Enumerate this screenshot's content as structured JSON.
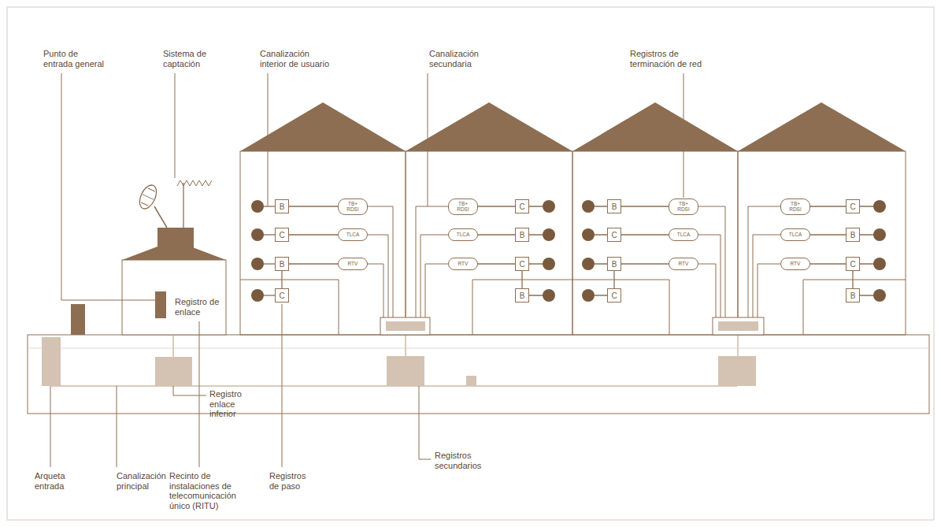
{
  "diagram": {
    "nodes": [
      {
        "text": [
          "B"
        ]
      },
      {
        "text": [
          "TB+ RDSI"
        ]
      },
      {
        "text": [
          "C"
        ]
      },
      {
        "text": [
          "TLCA"
        ]
      },
      {
        "text": [
          "B"
        ]
      },
      {
        "text": [
          "RTV"
        ]
      },
      {
        "text": [
          "C"
        ]
      },
      {
        "text": [
          "TB+ RDSI"
        ]
      },
      {
        "text": [
          "C"
        ]
      },
      {
        "text": [
          "TLCA"
        ]
      },
      {
        "text": [
          "B"
        ]
      },
      {
        "text": [
          "RTV"
        ]
      },
      {
        "text": [
          "C"
        ]
      },
      {
        "text": [
          "B"
        ]
      },
      {
        "text": [
          "B"
        ]
      },
      {
        "text": [
          "TB+ RDSI"
        ]
      },
      {
        "text": [
          "C"
        ]
      },
      {
        "text": [
          "TLCA"
        ]
      },
      {
        "text": [
          "B"
        ]
      },
      {
        "text": [
          "RTV"
        ]
      },
      {
        "text": [
          "C"
        ]
      },
      {
        "text": [
          "TB+ RDSI"
        ]
      },
      {
        "text": [
          "C"
        ]
      },
      {
        "text": [
          "TLCA"
        ]
      },
      {
        "text": [
          "B"
        ]
      },
      {
        "text": [
          "RTV"
        ]
      },
      {
        "text": [
          "C"
        ]
      },
      {
        "text": [
          "B"
        ]
      }
    ],
    "edges": [
      {
        "from": 0,
        "to": 1,
        "arrow": "none"
      },
      {
        "from": 2,
        "to": 3,
        "arrow": "none"
      },
      {
        "from": 4,
        "to": 5,
        "arrow": "none"
      },
      {
        "from": 4,
        "to": 6,
        "arrow": "none"
      },
      {
        "from": 8,
        "to": 7,
        "arrow": "none"
      },
      {
        "from": 10,
        "to": 9,
        "arrow": "none"
      },
      {
        "from": 12,
        "to": 11,
        "arrow": "none"
      },
      {
        "from": 12,
        "to": 13,
        "arrow": "none"
      },
      {
        "from": 14,
        "to": 15,
        "arrow": "none"
      },
      {
        "from": 16,
        "to": 17,
        "arrow": "none"
      },
      {
        "from": 18,
        "to": 19,
        "arrow": "none"
      },
      {
        "from": 18,
        "to": 20,
        "arrow": "none"
      },
      {
        "from": 22,
        "to": 21,
        "arrow": "none"
      },
      {
        "from": 24,
        "to": 23,
        "arrow": "none"
      },
      {
        "from": 26,
        "to": 25,
        "arrow": "none"
      },
      {
        "from": 26,
        "to": 27,
        "arrow": "none"
      }
    ],
    "labels": [
      "Punto de entrada general",
      "Sistema de captación",
      "Canalización interior de usuario",
      "Canalización secundaria",
      "Registros de terminación de red",
      "Registro de enlace",
      "Registro enlace inferior",
      "Arqueta entrada",
      "Canalización principal",
      "Recinto de instalaciones de telecomunicación único (RITU)",
      "Registros de paso",
      "Registros secundarios"
    ]
  }
}
